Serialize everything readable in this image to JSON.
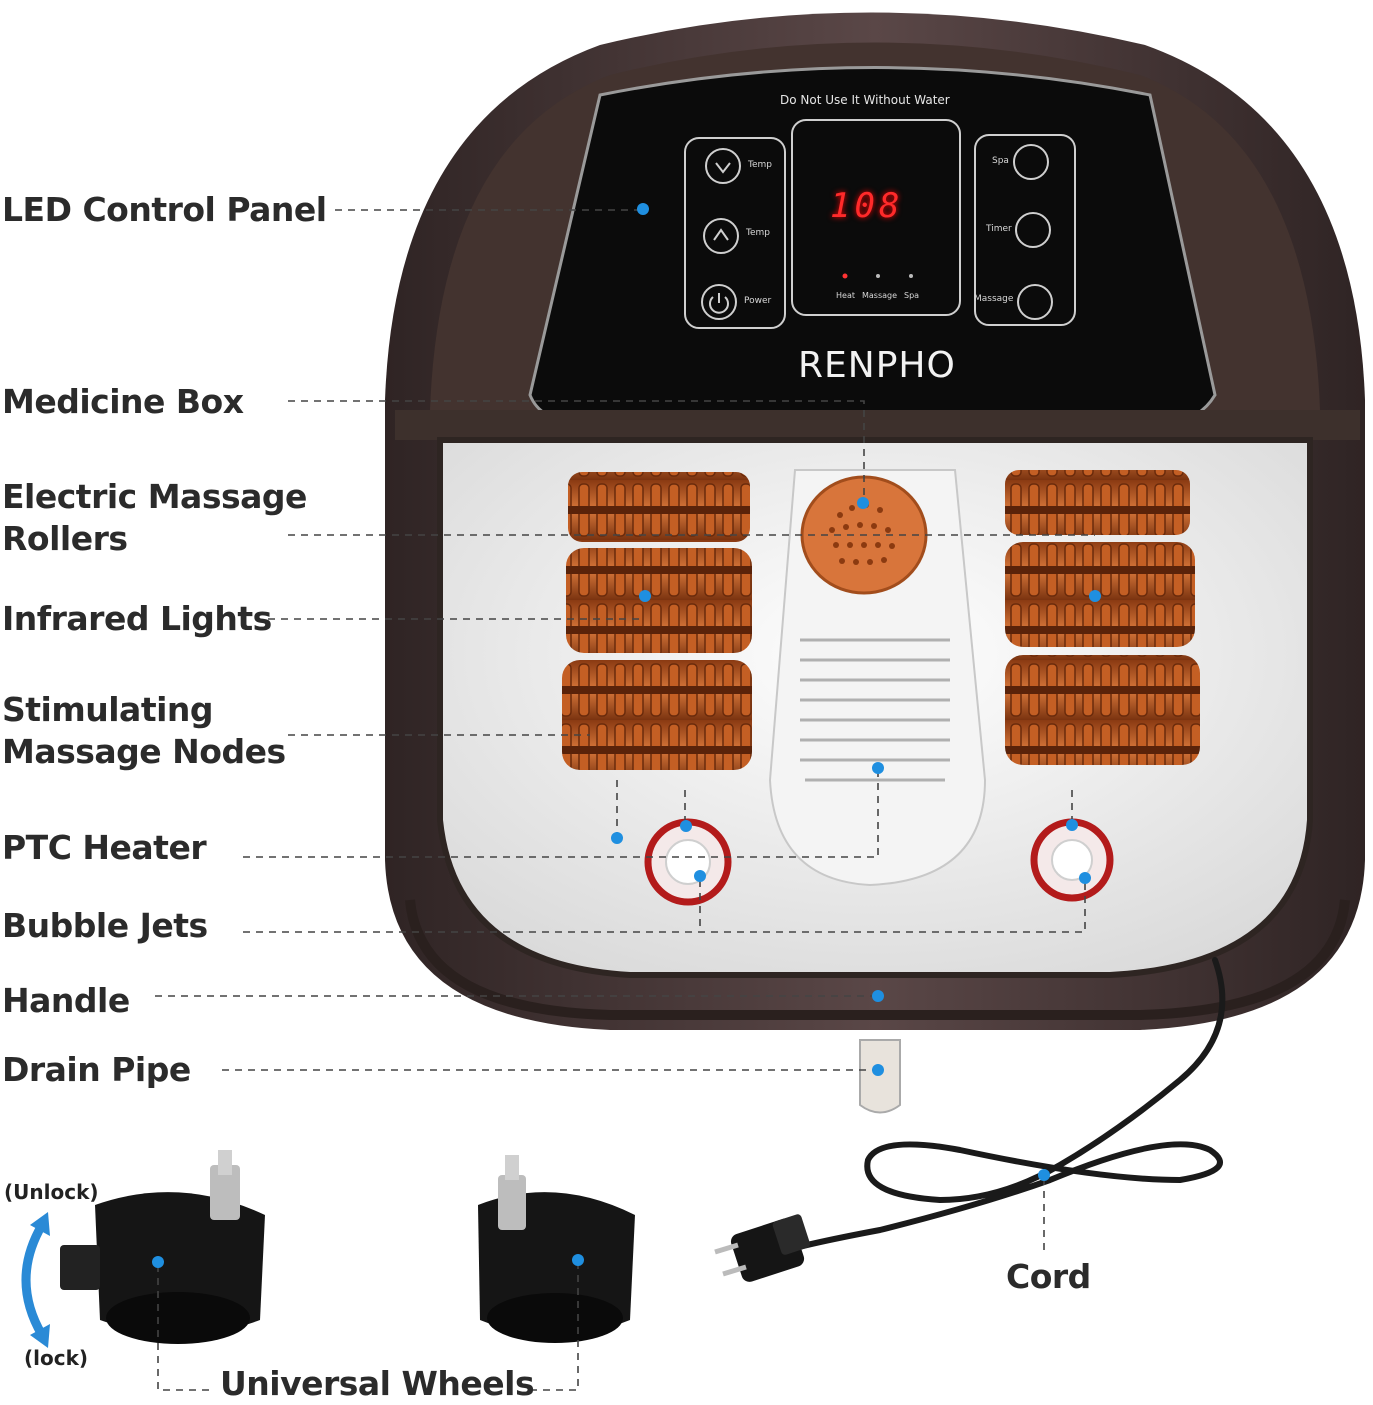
{
  "labels": {
    "led_control_panel": "LED Control Panel",
    "medicine_box": "Medicine Box",
    "electric_massage_rollers_line1": "Electric Massage",
    "electric_massage_rollers_line2": "Rollers",
    "infrared_lights": "Infrared Lights",
    "stimulating_massage_nodes_line1": "Stimulating",
    "stimulating_massage_nodes_line2": "Massage Nodes",
    "ptc_heater": "PTC Heater",
    "bubble_jets": "Bubble Jets",
    "handle": "Handle",
    "drain_pipe": "Drain Pipe",
    "cord": "Cord",
    "universal_wheels": "Universal Wheels",
    "unlock": "(Unlock)",
    "lock": "(lock)"
  },
  "panel": {
    "warning": "Do Not Use It Without Water",
    "brand": "RENPHO",
    "display": "108",
    "buttons": {
      "temp_down": "Temp",
      "temp_up": "Temp",
      "power": "Power",
      "spa": "Spa",
      "timer": "Timer",
      "massage": "Massage"
    },
    "indicators": [
      "Heat",
      "Massage",
      "Spa"
    ]
  },
  "colors": {
    "body": "#4a3a3a",
    "panel": "#0b0b0b",
    "roller": "#b8541f",
    "marker": "#1f8fe0",
    "heater_ring": "#b31b1b"
  }
}
